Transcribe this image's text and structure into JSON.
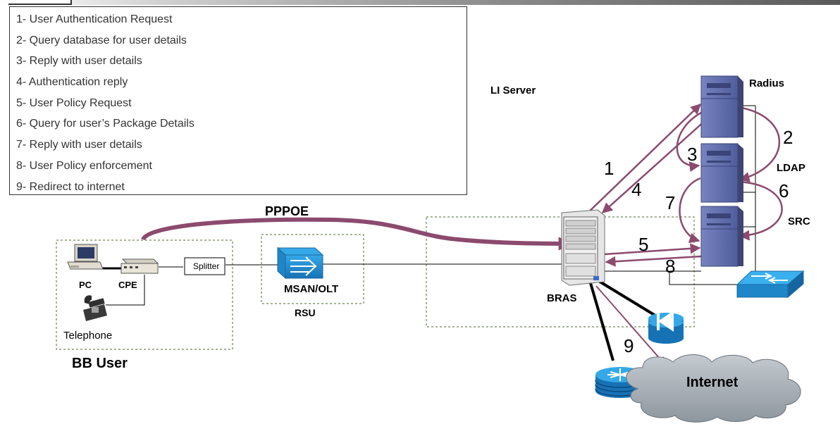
{
  "legend": {
    "items": [
      "1- User Authentication Request",
      "2- Query database for user details",
      "3- Reply with user details",
      "4- Authentication reply",
      "5- User Policy Request",
      "6- Query for user’s Package Details",
      "7- Reply with user details",
      "8- User Policy enforcement",
      "9- Redirect to internet"
    ]
  },
  "labels": {
    "li_server": "LI Server",
    "radius": "Radius",
    "ldap": "LDAP",
    "src": "SRC",
    "pppoe": "PPPOE",
    "bras": "BRAS",
    "msan": "MSAN/OLT",
    "rsu": "RSU",
    "splitter": "Splitter",
    "pc": "PC",
    "cpe": "CPE",
    "telephone": "Telephone",
    "bb_user": "BB User",
    "internet": "Internet"
  },
  "steps": [
    "1",
    "2",
    "3",
    "4",
    "5",
    "6",
    "7",
    "8",
    "9"
  ],
  "colors": {
    "flow": "#8b4a6e",
    "server": "#5a6aa8",
    "cisco": "#1f8fd0",
    "cloud": "#a8b0b8",
    "zone_border": "#4a6a2a"
  },
  "icons": {
    "server": "server-tower-icon",
    "switch": "network-switch-icon",
    "router": "router-icon",
    "cloud": "cloud-icon",
    "pc": "computer-icon",
    "phone": "telephone-icon",
    "msan": "msan-olt-icon",
    "bras": "bras-chassis-icon",
    "modem": "cpe-modem-icon",
    "li": "li-server-icon"
  }
}
